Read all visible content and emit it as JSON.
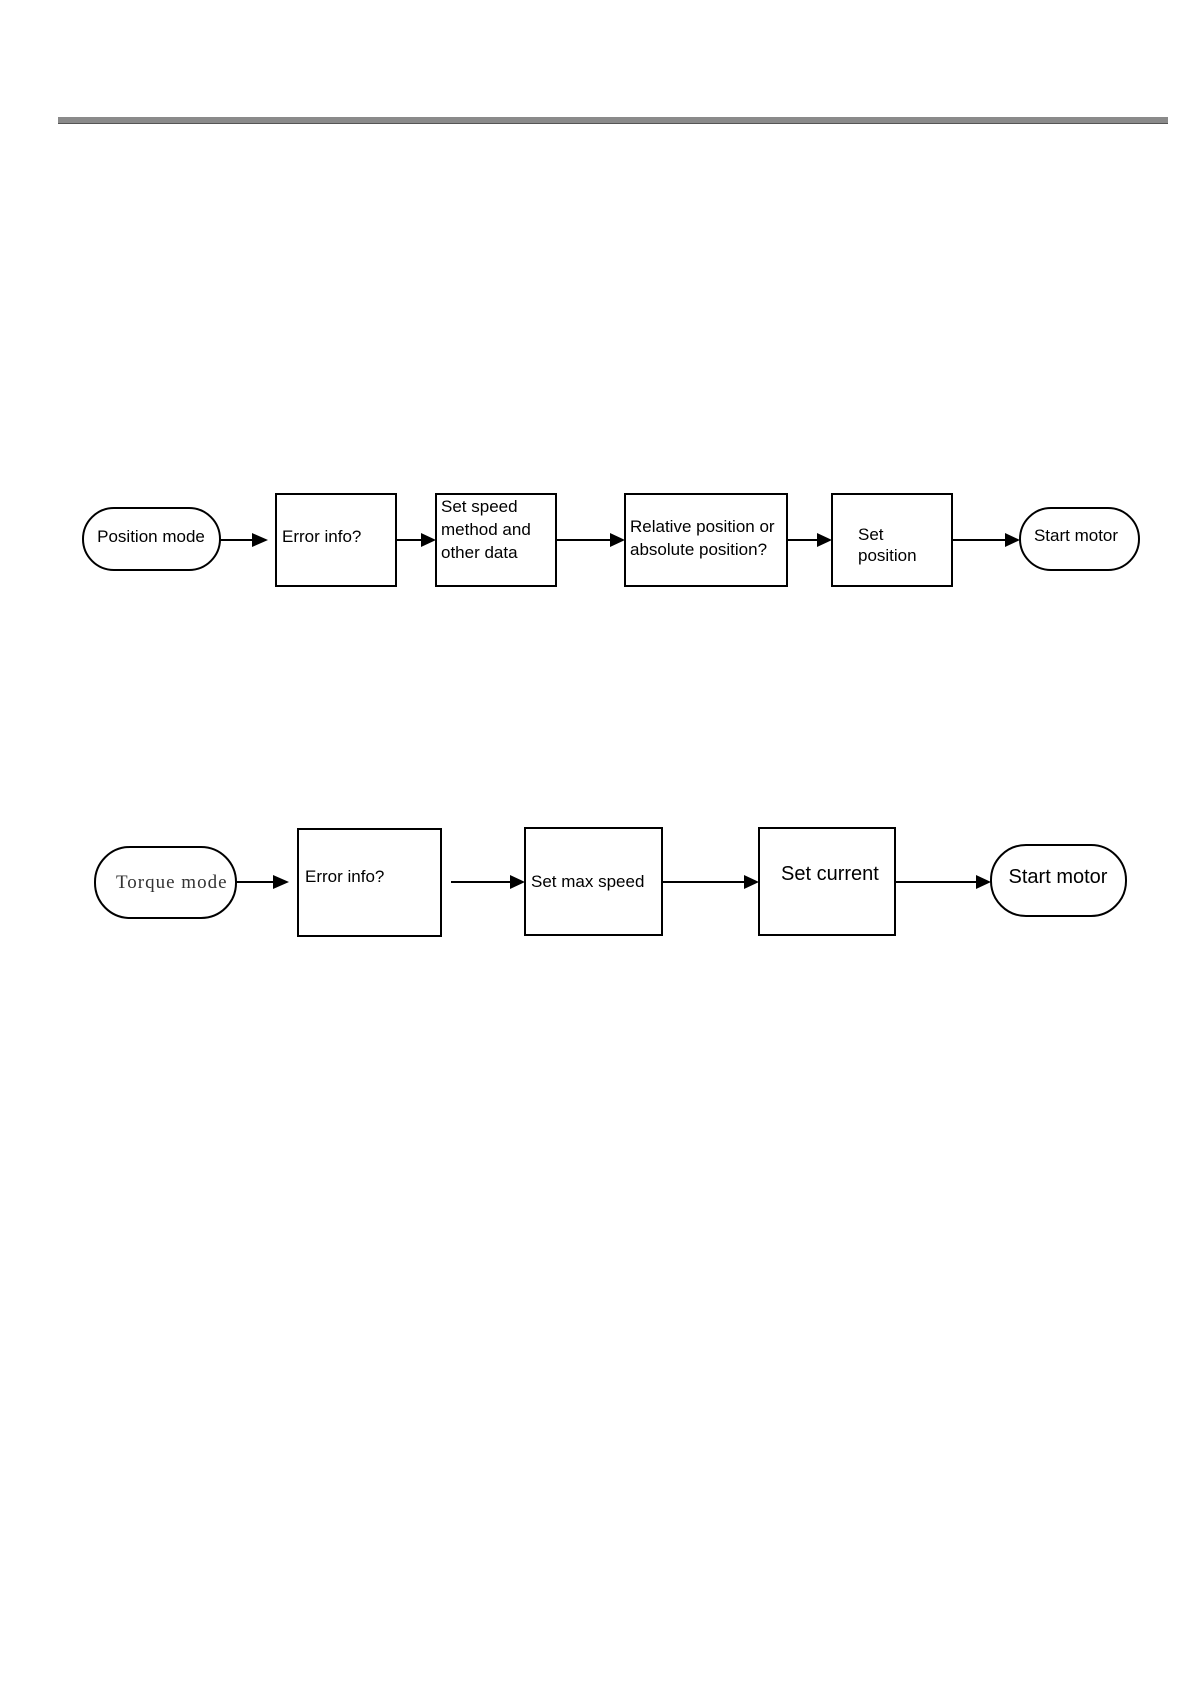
{
  "flowcharts": [
    {
      "nodes": [
        {
          "id": "pm-start",
          "shape": "terminal",
          "lines": [
            "Position mode"
          ]
        },
        {
          "id": "pm-error",
          "shape": "process",
          "lines": [
            "Error info?"
          ]
        },
        {
          "id": "pm-speed",
          "shape": "process",
          "lines": [
            "Set speed",
            "method and",
            "other data"
          ]
        },
        {
          "id": "pm-relabs",
          "shape": "process",
          "lines": [
            "Relative position or",
            "absolute position?"
          ]
        },
        {
          "id": "pm-setpos",
          "shape": "process",
          "lines": [
            "Set",
            "position"
          ]
        },
        {
          "id": "pm-motor",
          "shape": "terminal",
          "lines": [
            "Start motor"
          ]
        }
      ],
      "edges": [
        {
          "from": "pm-start",
          "to": "pm-error"
        },
        {
          "from": "pm-error",
          "to": "pm-speed"
        },
        {
          "from": "pm-speed",
          "to": "pm-relabs"
        },
        {
          "from": "pm-relabs",
          "to": "pm-setpos"
        },
        {
          "from": "pm-setpos",
          "to": "pm-motor"
        }
      ]
    },
    {
      "nodes": [
        {
          "id": "tm-start",
          "shape": "terminal",
          "lines": [
            "Torque mode"
          ]
        },
        {
          "id": "tm-error",
          "shape": "process",
          "lines": [
            "Error info?"
          ]
        },
        {
          "id": "tm-maxspeed",
          "shape": "process",
          "lines": [
            "Set max speed"
          ]
        },
        {
          "id": "tm-current",
          "shape": "process",
          "lines": [
            "Set current"
          ]
        },
        {
          "id": "tm-motor",
          "shape": "terminal",
          "lines": [
            "Start motor"
          ]
        }
      ],
      "edges": [
        {
          "from": "tm-start",
          "to": "tm-error"
        },
        {
          "from": "tm-error",
          "to": "tm-maxspeed"
        },
        {
          "from": "tm-maxspeed",
          "to": "tm-current"
        },
        {
          "from": "tm-current",
          "to": "tm-motor"
        }
      ]
    }
  ]
}
